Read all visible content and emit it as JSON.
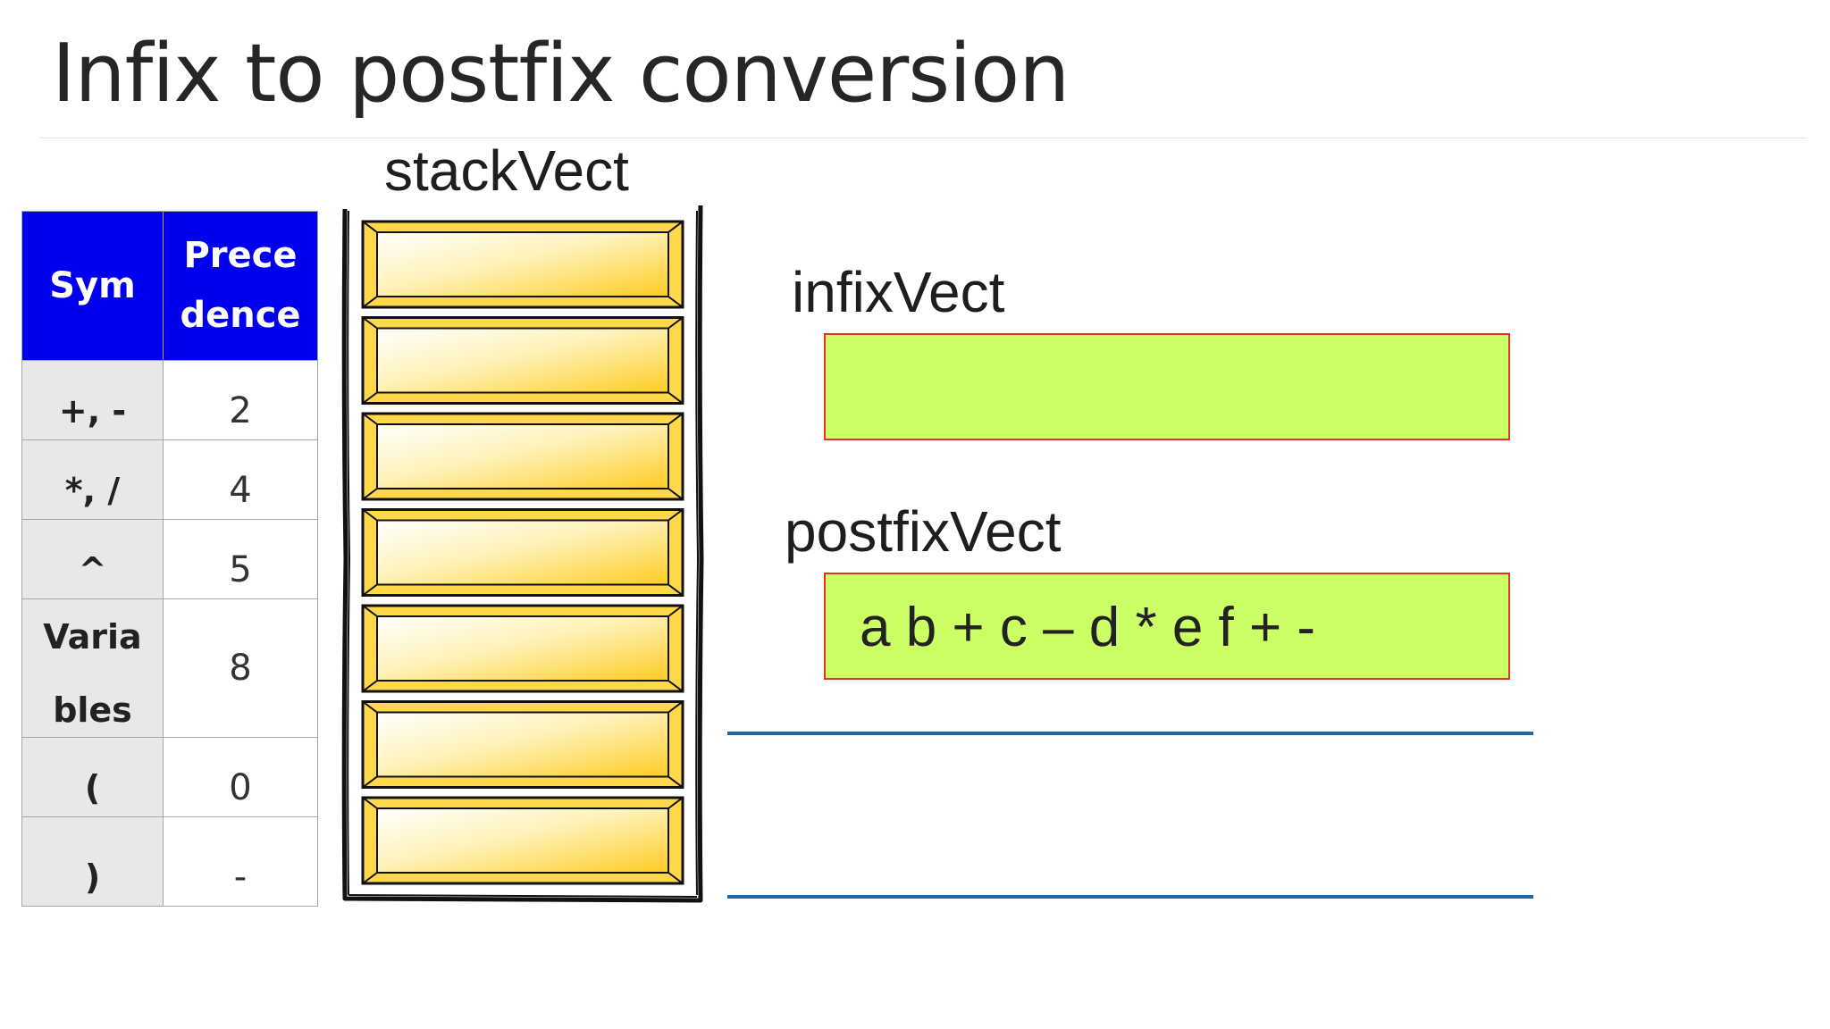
{
  "slide": {
    "title": "Infix to postfix conversion"
  },
  "stack": {
    "label": "stackVect",
    "slot_count": 7
  },
  "infix": {
    "label": "infixVect",
    "value": ""
  },
  "postfix": {
    "label": "postfixVect",
    "value": "a b + c – d * e f + -"
  },
  "precedence_table": {
    "headers": [
      "Sym",
      "Prece dence"
    ],
    "rows": [
      {
        "sym": "+, -",
        "prec": "2"
      },
      {
        "sym": "*, /",
        "prec": "4"
      },
      {
        "sym": "^",
        "prec": "5"
      },
      {
        "sym": "Varia bles",
        "prec": "8"
      },
      {
        "sym": "(",
        "prec": "0"
      },
      {
        "sym": ")",
        "prec": "-"
      }
    ]
  },
  "colors": {
    "header_bg": "#0000ee",
    "vect_fill": "#ccff66",
    "vect_border": "#e8302a",
    "rule_blue": "#2168a8",
    "slot_gold": "#ffcc22"
  }
}
